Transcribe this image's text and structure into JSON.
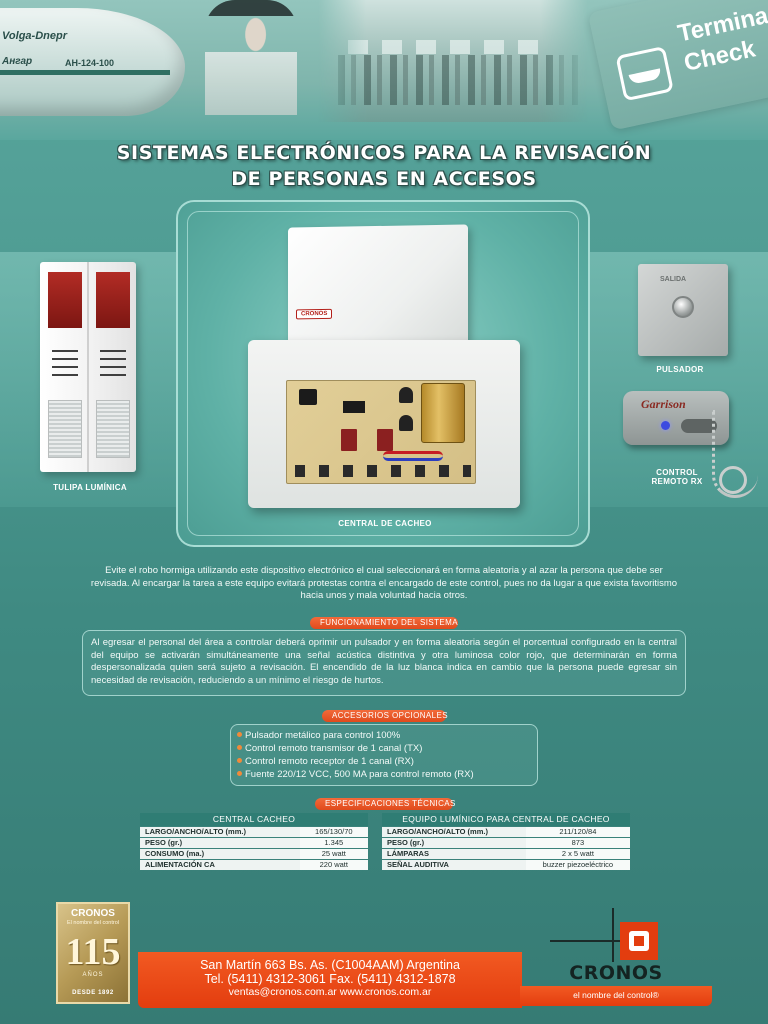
{
  "header": {
    "plane_text": [
      "Volga-Dnepr",
      "Aнгар",
      "AH-124-100"
    ],
    "sign_text": [
      "Termina",
      "Check"
    ]
  },
  "title": {
    "line1": "SISTEMAS ELECTRÓNICOS PARA LA REVISACIÓN",
    "line2": "DE PERSONAS EN ACCESOS"
  },
  "products": {
    "central_box_logo": "CRONOS",
    "central_label": "CENTRAL DE CACHEO",
    "tulipa_label": "TULIPA LUMÍNICA",
    "pulsador_brand": "SALIDA",
    "pulsador_label": "PULSADOR",
    "remote_brand": "Garrison",
    "remote_label_line1": "CONTROL",
    "remote_label_line2": "REMOTO RX"
  },
  "intro": "Evite el robo hormiga utilizando este dispositivo electrónico el cual seleccionará en forma aleatoria y al azar la persona que debe ser revisada. Al encargar la tarea a este equipo evitará protestas contra el encargado de este control, pues no da lugar a que exista favoritismo hacia unos y mala voluntad hacia otros.",
  "funcionamiento": {
    "title": "FUNCIONAMIENTO DEL SISTEMA",
    "text": "Al egresar el personal del área a controlar deberá oprimir un pulsador y en forma aleatoria según el porcentual configurado en la central del equipo se activarán simultáneamente una señal acústica distintiva y otra luminosa color rojo, que determinarán en forma despersonalizada quien será sujeto a revisación. El encendido de la luz blanca indica en cambio que la persona puede egresar sin necesidad de revisación, reduciendo a un mínimo el riesgo de hurtos."
  },
  "accesorios": {
    "title": "ACCESORIOS OPCIONALES",
    "items": [
      "Pulsador metálico para control 100%",
      "Control remoto transmisor de 1 canal (TX)",
      "Control remoto receptor de 1 canal (RX)",
      "Fuente 220/12 VCC, 500 MA para control remoto (RX)"
    ]
  },
  "especificaciones": {
    "title": "ESPECIFICACIONES TÉCNICAS",
    "central": {
      "header": "CENTRAL CACHEO",
      "rows": [
        {
          "k": "LARGO/ANCHO/ALTO (mm.)",
          "v": "165/130/70"
        },
        {
          "k": "PESO (gr.)",
          "v": "1.345"
        },
        {
          "k": "CONSUMO (ma.)",
          "v": "25 watt"
        },
        {
          "k": "ALIMENTACIÓN CA",
          "v": "220 watt"
        }
      ]
    },
    "equipo": {
      "header": "EQUIPO LUMÍNICO PARA CENTRAL DE CACHEO",
      "rows": [
        {
          "k": "LARGO/ANCHO/ALTO (mm.)",
          "v": "211/120/84"
        },
        {
          "k": "PESO (gr.)",
          "v": "873"
        },
        {
          "k": "LÁMPARAS",
          "v": "2 x 5 watt"
        },
        {
          "k": "SEÑAL AUDITIVA",
          "v": "buzzer piezoeléctrico"
        }
      ]
    }
  },
  "badge": {
    "brand": "CRONOS",
    "tagline": "El nombre del control",
    "years": "115",
    "years_label": "AÑOS",
    "since": "DESDE 1892"
  },
  "contact": {
    "address": "San Martín 663 Bs. As.  (C1004AAM)  Argentina",
    "phones": "Tel. (5411) 4312-3061  Fax. (5411) 4312-1878",
    "web": "ventas@cronos.com.ar   www.cronos.com.ar"
  },
  "logo": {
    "name": "CRONOS",
    "slogan": "el nombre del control®"
  },
  "colors": {
    "background": "#4e9b92",
    "accent_orange": "#e33d0f",
    "table_header": "#2f7d74"
  }
}
